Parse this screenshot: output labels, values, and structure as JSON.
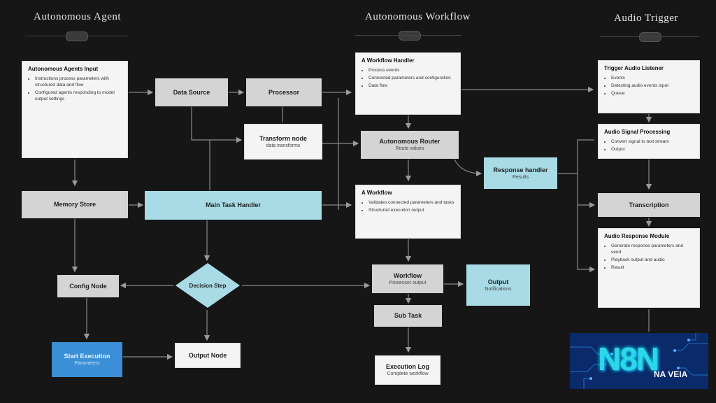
{
  "headers": {
    "left": "Autonomous Agent",
    "center": "Autonomous Workflow",
    "right": "Audio Trigger"
  },
  "nodes": {
    "top_left_card": {
      "title": "Autonomous Agents Input",
      "bullets": [
        "Instructions process parameters with structured data and flow",
        "Configured agents responding to model output settings"
      ]
    },
    "data_source": {
      "label": "Data Source",
      "sub": ""
    },
    "process_a": {
      "label": "Processor",
      "sub": ""
    },
    "transform": {
      "label": "Transform node",
      "sub": "data transforms"
    },
    "top_center_card": {
      "title": "A Workflow Handler",
      "bullets": [
        "Process events",
        "Connected parameters and configuration",
        "Data flow"
      ]
    },
    "auto_router": {
      "label": "Autonomous Router",
      "sub": "Route values"
    },
    "cyan_mid": {
      "label": "Response handler",
      "sub": "Results"
    },
    "left_row2": {
      "label": "Memory Store"
    },
    "wide_cyan": {
      "label": "Main Task Handler"
    },
    "mid_card": {
      "title": "A Workflow",
      "bullets": [
        "Validates connected parameters and tasks",
        "Structured execution output"
      ]
    },
    "left_row3": {
      "label": "Config Node"
    },
    "decision": {
      "label": "Decision Step"
    },
    "mid_row3": {
      "label": "Workflow",
      "sub": "Processor output"
    },
    "cyan_row3": {
      "label": "Output",
      "sub": "Notifications"
    },
    "mid_row4": {
      "label": "Sub Task"
    },
    "blue_btn": {
      "label": "Start Execution",
      "sub": "Parameters"
    },
    "bottom_left_out": {
      "label": "Output Node"
    },
    "bottom_center": {
      "label": "Execution Log",
      "sub": "Complete workflow"
    },
    "right_card1": {
      "title": "Trigger Audio Listener",
      "bullets": [
        "Events",
        "Detecting audio events input",
        "Queue"
      ]
    },
    "right_card2": {
      "title": "Audio Signal Processing",
      "bullets": [
        "Convert signal to text stream",
        "Output"
      ]
    },
    "right_gray": {
      "label": "Transcription"
    },
    "right_card3": {
      "title": "Audio Response Module",
      "bullets": [
        "Generate response parameters and send",
        "Playback output and audio",
        "Result"
      ]
    }
  },
  "badge": {
    "main": "N8N",
    "sub": "NA VEIA"
  },
  "colors": {
    "background": "#161616",
    "gray_box": "#d4d4d4",
    "white_card": "#f4f4f4",
    "cyan_box": "#a8dbe5",
    "blue_box": "#3a8fd6",
    "arrow": "#8a8a8a",
    "badge_bg": "#0a2a6a",
    "badge_text": "#2fd6e8"
  }
}
